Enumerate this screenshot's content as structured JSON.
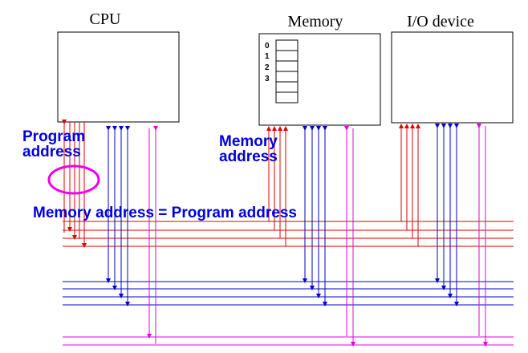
{
  "labels": {
    "cpu": "CPU",
    "memory": "Memory",
    "io": "I/O device",
    "program_address_line1": "Program",
    "program_address_line2": "address",
    "memory_address_line1": "Memory",
    "memory_address_line2": "address",
    "equation": "Memory address = Program address"
  },
  "memory_cells": [
    "0",
    "1",
    "2",
    "3"
  ],
  "colors": {
    "address_bus": "#e00000",
    "data_bus": "#0000cc",
    "control_bus": "#e000e0",
    "label_blue": "#0000dd",
    "ellipse": "#ee00ee"
  }
}
